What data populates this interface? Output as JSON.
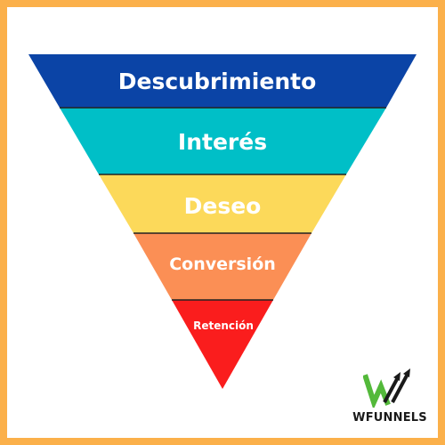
{
  "funnel": {
    "stages": [
      {
        "label": "Descubrimiento",
        "color": "#0b44a6"
      },
      {
        "label": "Interés",
        "color": "#00bfc7"
      },
      {
        "label": "Deseo",
        "color": "#fcd95a"
      },
      {
        "label": "Conversión",
        "color": "#fb8f55"
      },
      {
        "label": "Retención",
        "color": "#fa1d1d"
      }
    ]
  },
  "brand": {
    "name": "WFUNNELS",
    "logo_icon": "wfunnels-logo-icon",
    "colors": {
      "green": "#53b93a",
      "dark": "#1a1a1a"
    }
  },
  "frame": {
    "border_color": "#fbb04a"
  }
}
